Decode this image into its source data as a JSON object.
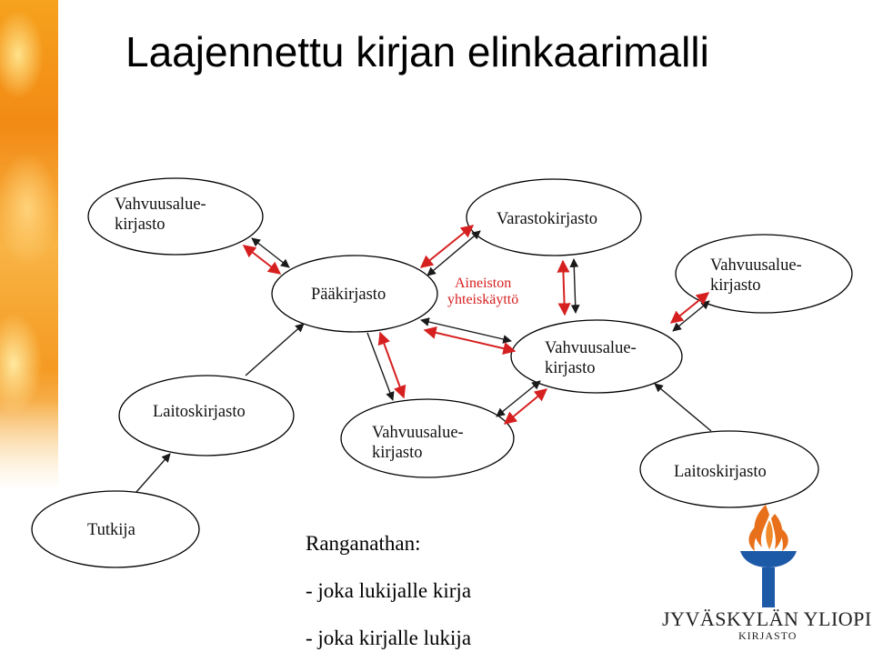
{
  "title": "Laajennettu kirjan elinkaarimalli",
  "nodes": {
    "vahvuus_top_left": [
      "Vahvuusalue-",
      "kirjasto"
    ],
    "paakirjasto": "Pääkirjasto",
    "varastokirjasto": "Varastokirjasto",
    "vahvuus_right": [
      "Vahvuusalue-",
      "kirjasto"
    ],
    "vahvuus_center": [
      "Vahvuusalue-",
      "kirjasto"
    ],
    "laitos_left": "Laitoskirjasto",
    "vahvuus_lower": [
      "Vahvuusalue-",
      "kirjasto"
    ],
    "laitos_right": "Laitoskirjasto",
    "tutkija": "Tutkija"
  },
  "note": [
    "Aineiston",
    "yhteiskäyttö"
  ],
  "quote": {
    "heading": "Ranganathan:",
    "line1": "- joka lukijalle kirja",
    "line2": "- joka kirjalle lukija"
  },
  "logo": {
    "name": "JYVÄSKYLÄN YLIOPISTO",
    "sub": "KIRJASTO"
  },
  "colors": {
    "arrow_black": "#1a1a1a",
    "arrow_red": "#d62020",
    "logo_orange": "#e8701a",
    "logo_blue": "#1c5aa8"
  }
}
